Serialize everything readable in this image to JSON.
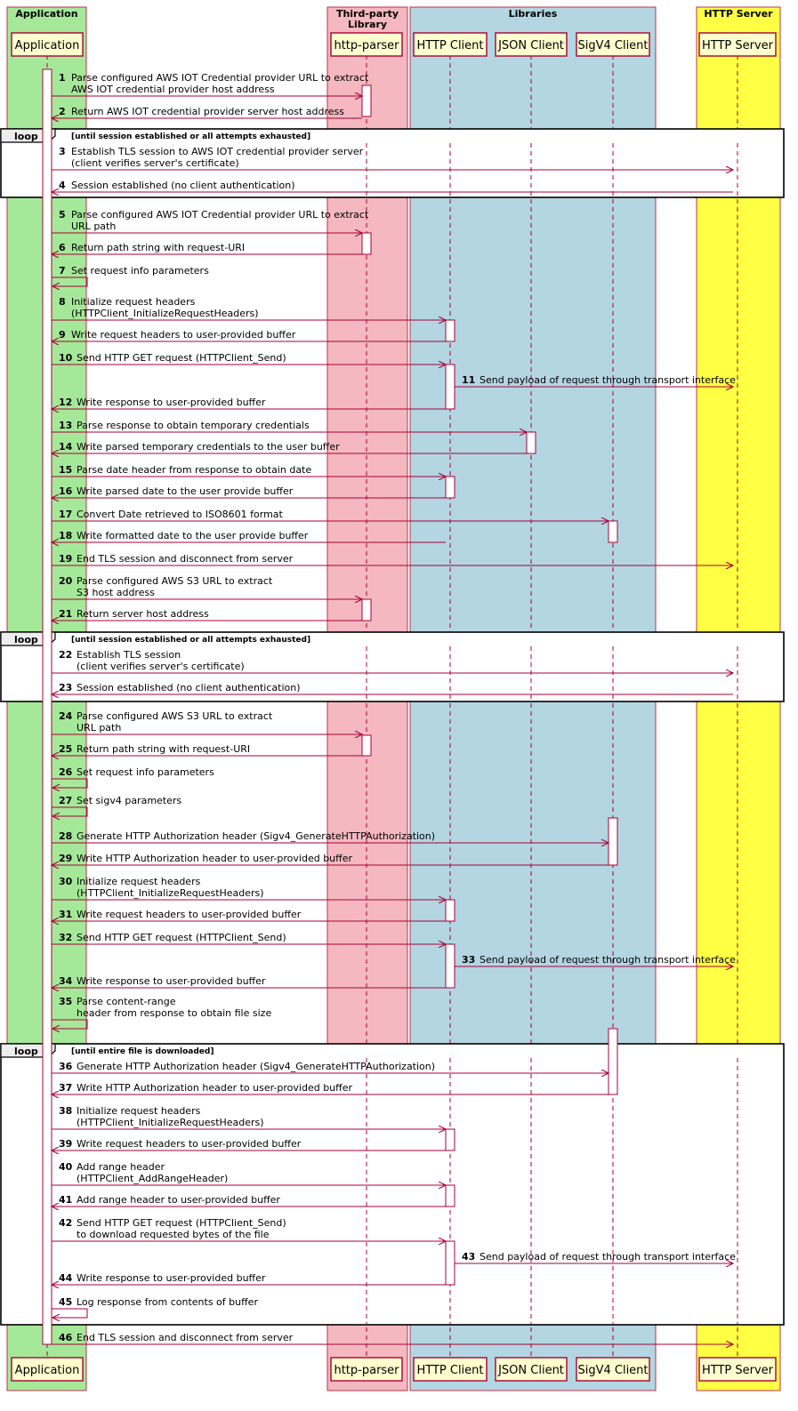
{
  "boxes": [
    {
      "title": "Application",
      "color": "#a6e89a"
    },
    {
      "title": "Third-party\nLibrary",
      "color": "#f5b8c0"
    },
    {
      "title": "Libraries",
      "color": "#b3d6e2"
    },
    {
      "title": "HTTP Server",
      "color": "#ffff44"
    }
  ],
  "participants": [
    {
      "id": "app",
      "label": "Application"
    },
    {
      "id": "parser",
      "label": "http-parser"
    },
    {
      "id": "http",
      "label": "HTTP Client"
    },
    {
      "id": "json",
      "label": "JSON Client"
    },
    {
      "id": "sigv4",
      "label": "SigV4 Client"
    },
    {
      "id": "server",
      "label": "HTTP Server"
    }
  ],
  "loops": [
    {
      "keyword": "loop",
      "condition": "[until session established or all attempts exhausted]"
    },
    {
      "keyword": "loop",
      "condition": "[until session established or all attempts exhausted]"
    },
    {
      "keyword": "loop",
      "condition": "[until entire file is downloaded]"
    }
  ],
  "messages": [
    {
      "n": "1",
      "from": "app",
      "to": "parser",
      "lines": [
        "Parse configured AWS IOT Credential provider URL to extract",
        " AWS IOT credential provider host address"
      ]
    },
    {
      "n": "2",
      "from": "parser",
      "to": "app",
      "lines": [
        "Return AWS IOT credential provider server host address"
      ]
    },
    {
      "n": "3",
      "from": "app",
      "to": "server",
      "lines": [
        "Establish TLS session to AWS IOT credential provider server",
        " (client verifies server's certificate)"
      ]
    },
    {
      "n": "4",
      "from": "server",
      "to": "app",
      "lines": [
        "Session established (no client authentication)"
      ]
    },
    {
      "n": "5",
      "from": "app",
      "to": "parser",
      "lines": [
        "Parse configured AWS IOT Credential provider URL to extract",
        " URL path"
      ]
    },
    {
      "n": "6",
      "from": "parser",
      "to": "app",
      "lines": [
        "Return path string with request-URI"
      ]
    },
    {
      "n": "7",
      "from": "app",
      "to": "app",
      "lines": [
        "Set request info parameters"
      ]
    },
    {
      "n": "8",
      "from": "app",
      "to": "http",
      "lines": [
        "Initialize request headers",
        " (HTTPClient_InitializeRequestHeaders)"
      ]
    },
    {
      "n": "9",
      "from": "http",
      "to": "app",
      "lines": [
        "Write request headers to user-provided buffer"
      ]
    },
    {
      "n": "10",
      "from": "app",
      "to": "http",
      "lines": [
        "Send HTTP GET request (HTTPClient_Send)"
      ]
    },
    {
      "n": "11",
      "from": "http",
      "to": "server",
      "lines": [
        "Send payload of request through transport interface"
      ]
    },
    {
      "n": "12",
      "from": "http",
      "to": "app",
      "lines": [
        "Write response to user-provided buffer"
      ]
    },
    {
      "n": "13",
      "from": "app",
      "to": "json",
      "lines": [
        "Parse response to obtain temporary credentials"
      ]
    },
    {
      "n": "14",
      "from": "json",
      "to": "app",
      "lines": [
        "Write parsed temporary credentials to the user buffer"
      ]
    },
    {
      "n": "15",
      "from": "app",
      "to": "http",
      "lines": [
        "Parse date header from response to obtain date"
      ]
    },
    {
      "n": "16",
      "from": "http",
      "to": "app",
      "lines": [
        "Write parsed date to the user provide buffer"
      ]
    },
    {
      "n": "17",
      "from": "app",
      "to": "sigv4",
      "lines": [
        "Convert Date retrieved to ISO8601 format"
      ]
    },
    {
      "n": "18",
      "from": "http",
      "to": "app",
      "lines": [
        "Write formatted date to the user provide buffer"
      ]
    },
    {
      "n": "19",
      "from": "app",
      "to": "server",
      "lines": [
        "End TLS session and disconnect from server"
      ]
    },
    {
      "n": "20",
      "from": "app",
      "to": "parser",
      "lines": [
        "Parse configured AWS S3 URL to extract",
        " S3 host address"
      ]
    },
    {
      "n": "21",
      "from": "parser",
      "to": "app",
      "lines": [
        "Return server host address"
      ]
    },
    {
      "n": "22",
      "from": "app",
      "to": "server",
      "lines": [
        "Establish TLS session",
        " (client verifies server's certificate)"
      ]
    },
    {
      "n": "23",
      "from": "server",
      "to": "app",
      "lines": [
        "Session established (no client authentication)"
      ]
    },
    {
      "n": "24",
      "from": "app",
      "to": "parser",
      "lines": [
        "Parse configured AWS S3 URL to extract",
        " URL path"
      ]
    },
    {
      "n": "25",
      "from": "parser",
      "to": "app",
      "lines": [
        "Return path string with request-URI"
      ]
    },
    {
      "n": "26",
      "from": "app",
      "to": "app",
      "lines": [
        "Set request info parameters"
      ]
    },
    {
      "n": "27",
      "from": "app",
      "to": "app",
      "lines": [
        "Set sigv4 parameters"
      ]
    },
    {
      "n": "28",
      "from": "app",
      "to": "sigv4",
      "lines": [
        "Generate HTTP Authorization header (Sigv4_GenerateHTTPAuthorization)"
      ]
    },
    {
      "n": "29",
      "from": "sigv4",
      "to": "app",
      "lines": [
        "Write HTTP Authorization header to user-provided buffer"
      ]
    },
    {
      "n": "30",
      "from": "app",
      "to": "http",
      "lines": [
        "Initialize request headers",
        " (HTTPClient_InitializeRequestHeaders)"
      ]
    },
    {
      "n": "31",
      "from": "http",
      "to": "app",
      "lines": [
        "Write request headers to user-provided buffer"
      ]
    },
    {
      "n": "32",
      "from": "app",
      "to": "http",
      "lines": [
        "Send HTTP GET request (HTTPClient_Send)"
      ]
    },
    {
      "n": "33",
      "from": "http",
      "to": "server",
      "lines": [
        "Send payload of request through transport interface"
      ]
    },
    {
      "n": "34",
      "from": "http",
      "to": "app",
      "lines": [
        "Write response to user-provided buffer"
      ]
    },
    {
      "n": "35",
      "from": "app",
      "to": "app",
      "lines": [
        "Parse content-range",
        " header from response to obtain file size"
      ]
    },
    {
      "n": "36",
      "from": "app",
      "to": "sigv4",
      "lines": [
        "Generate HTTP Authorization header (Sigv4_GenerateHTTPAuthorization)"
      ]
    },
    {
      "n": "37",
      "from": "sigv4",
      "to": "app",
      "lines": [
        "Write HTTP Authorization header to user-provided buffer"
      ]
    },
    {
      "n": "38",
      "from": "app",
      "to": "http",
      "lines": [
        "Initialize request headers",
        " (HTTPClient_InitializeRequestHeaders)"
      ]
    },
    {
      "n": "39",
      "from": "http",
      "to": "app",
      "lines": [
        "Write request headers to user-provided buffer"
      ]
    },
    {
      "n": "40",
      "from": "app",
      "to": "http",
      "lines": [
        "Add range header",
        " (HTTPClient_AddRangeHeader)"
      ]
    },
    {
      "n": "41",
      "from": "http",
      "to": "app",
      "lines": [
        "Add range header to user-provided buffer"
      ]
    },
    {
      "n": "42",
      "from": "app",
      "to": "http",
      "lines": [
        "Send HTTP GET request (HTTPClient_Send)",
        " to download requested bytes of the file"
      ]
    },
    {
      "n": "43",
      "from": "http",
      "to": "server",
      "lines": [
        "Send payload of request through transport interface"
      ]
    },
    {
      "n": "44",
      "from": "http",
      "to": "app",
      "lines": [
        "Write response to user-provided buffer"
      ]
    },
    {
      "n": "45",
      "from": "app",
      "to": "app",
      "lines": [
        "Log response from contents of buffer"
      ]
    },
    {
      "n": "46",
      "from": "app",
      "to": "server",
      "lines": [
        "End TLS session and disconnect from server"
      ]
    }
  ]
}
